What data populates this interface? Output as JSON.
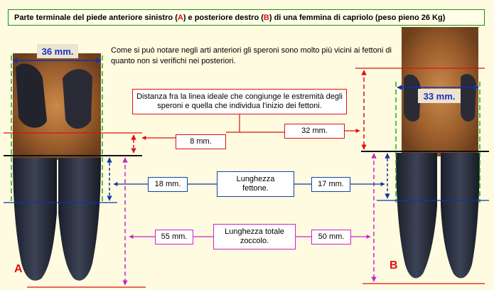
{
  "title": {
    "part1": "Parte terminale del piede anteriore sinistro (",
    "a": "A",
    "part2": ") e posteriore destro (",
    "b": "B",
    "part3": ") di una femmina di capriolo (peso pieno 26 Kg)"
  },
  "note": "Come si può notare negli arti anteriori gli speroni sono molto più vicini ai fettoni di quanto non si verifichi nei posteriori.",
  "width_labels": {
    "front": "36 mm.",
    "rear": "33 mm."
  },
  "distance_label": "Distanza fra la linea ideale che congiunge le estremità degli speroni e quella che individua l'inizio dei fettoni.",
  "distance_values": {
    "front": "8 mm.",
    "rear": "32 mm."
  },
  "frog_label": "Lunghezza fettone.",
  "frog_values": {
    "front": "18 mm.",
    "rear": "17 mm."
  },
  "hoof_label": "Lunghezza totale zoccolo.",
  "hoof_values": {
    "front": "55 mm.",
    "rear": "50 mm."
  },
  "letters": {
    "front": "A",
    "rear": "B"
  },
  "colors": {
    "background": "#fffbe0",
    "distance": "#dd1111",
    "frog": "#1133aa",
    "hoof": "#cc22cc",
    "width_guides": "#22aa22",
    "letter": "#e01010"
  }
}
